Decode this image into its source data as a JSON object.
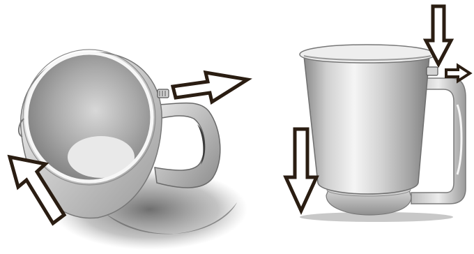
{
  "figure": {
    "panels": [
      {
        "view": "top-oblique",
        "arrows": [
          "arrow-up-left",
          "arrow-right"
        ]
      },
      {
        "view": "side",
        "arrows": [
          "arrow-down",
          "arrow-down",
          "arrow-right"
        ]
      }
    ],
    "colors": {
      "background": "#ffffff",
      "arrow_fill": "#ffffff",
      "arrow_outline": "#2a1d12",
      "metal_light": "#f2f2f2",
      "metal_mid": "#bdbdbd",
      "metal_dark": "#6e6e6e",
      "shadow": "#6a6a6a"
    }
  }
}
